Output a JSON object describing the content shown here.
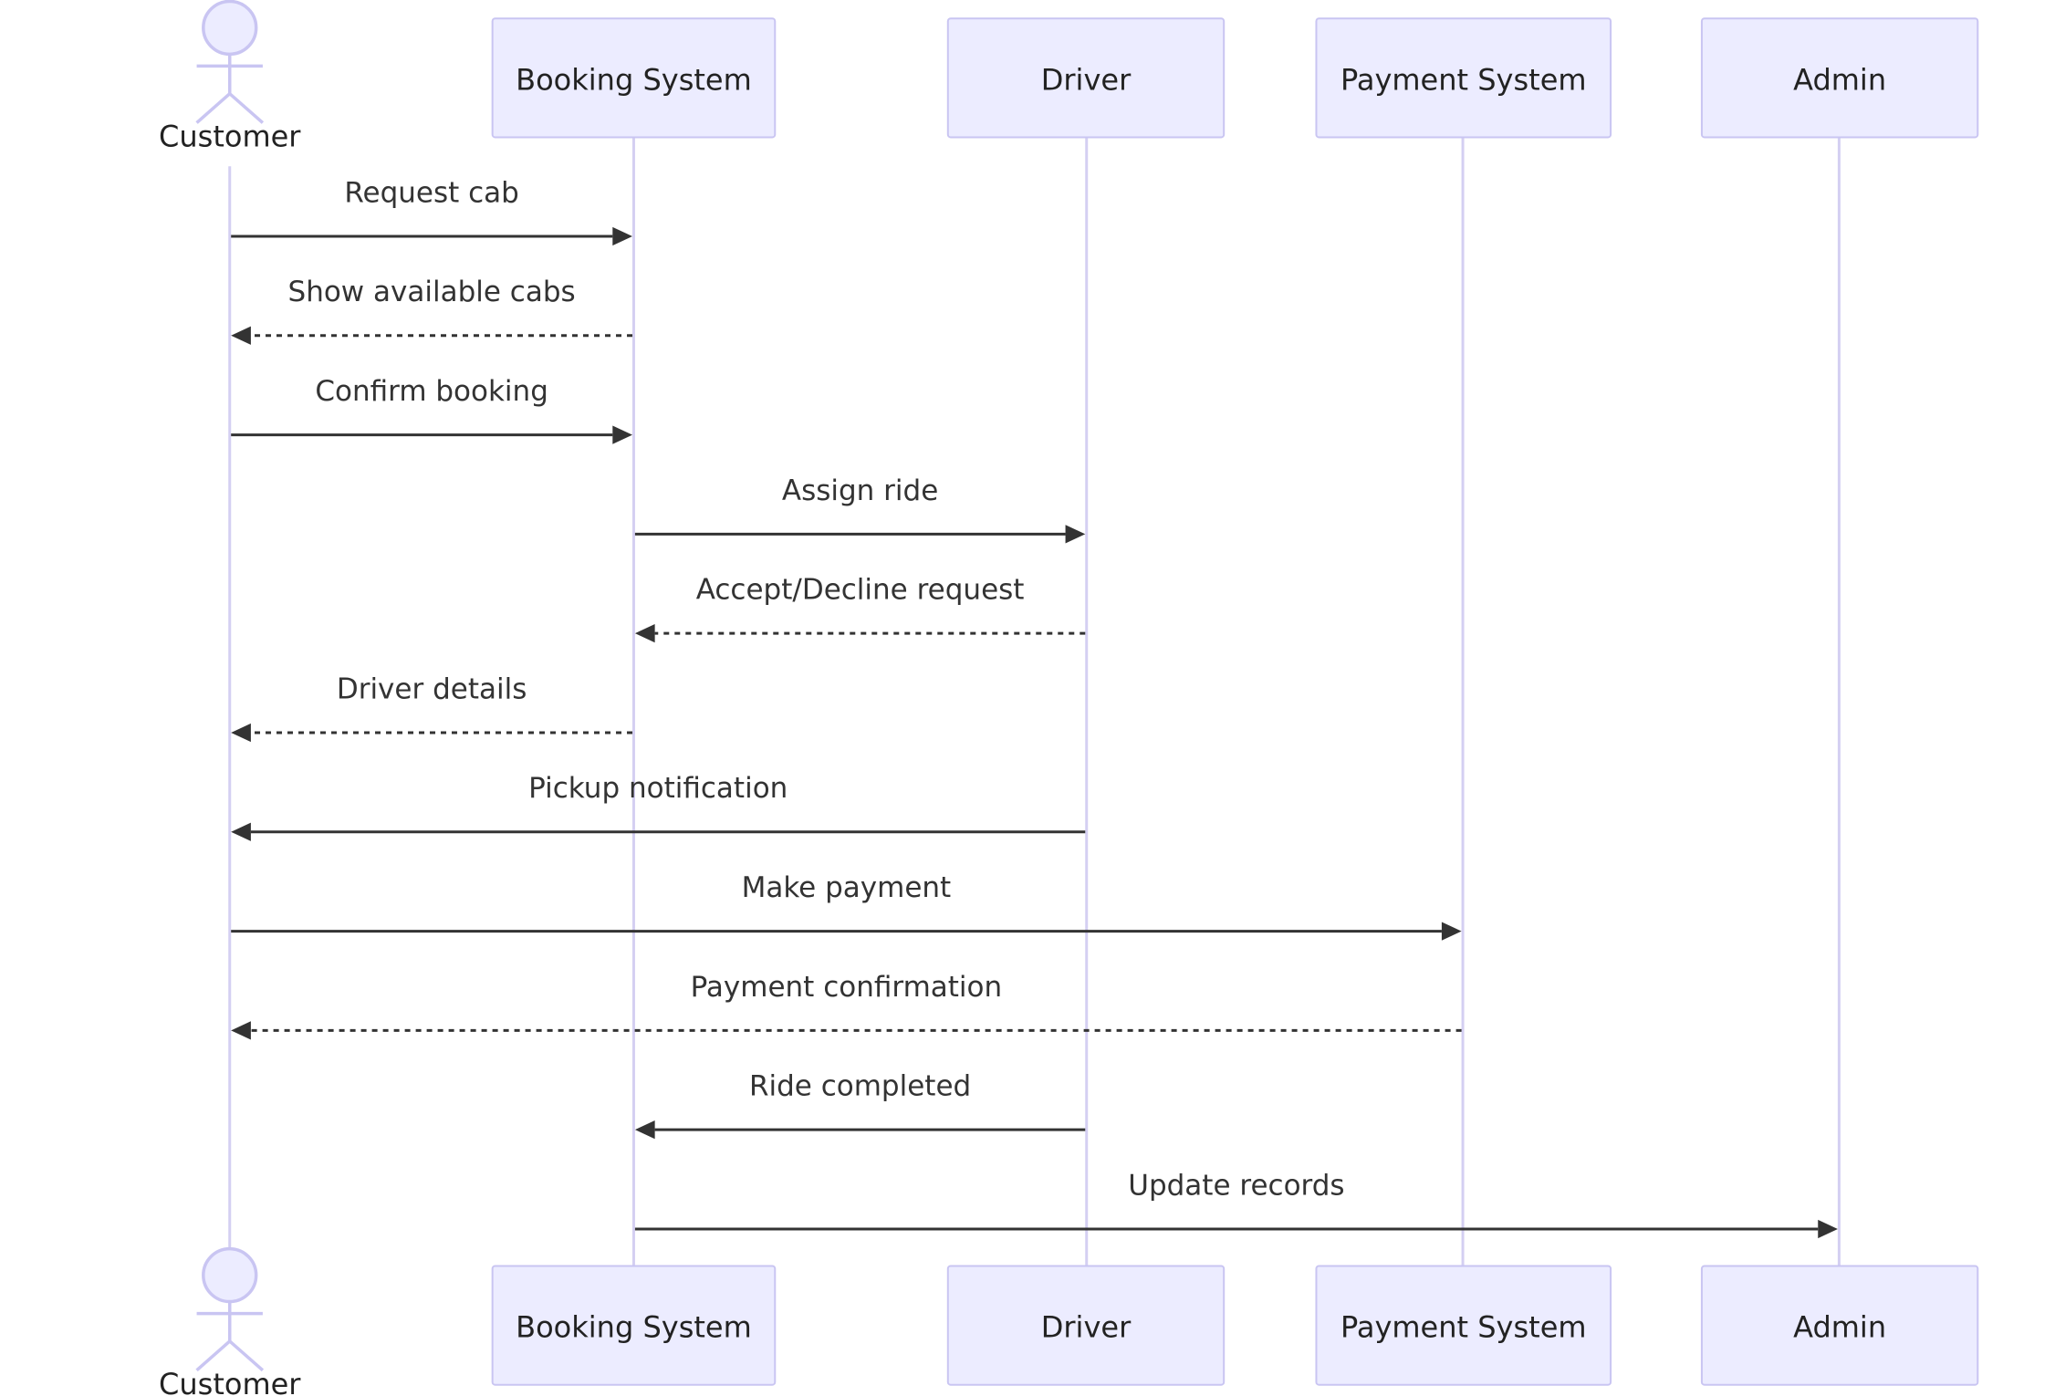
{
  "diagram": {
    "type": "sequence",
    "participants": [
      {
        "id": "customer",
        "label": "Customer",
        "kind": "actor"
      },
      {
        "id": "booking",
        "label": "Booking System",
        "kind": "box"
      },
      {
        "id": "driver",
        "label": "Driver",
        "kind": "box"
      },
      {
        "id": "payment",
        "label": "Payment System",
        "kind": "box"
      },
      {
        "id": "admin",
        "label": "Admin",
        "kind": "box"
      }
    ],
    "messages": [
      {
        "from": "customer",
        "to": "booking",
        "label": "Request cab",
        "style": "solid"
      },
      {
        "from": "booking",
        "to": "customer",
        "label": "Show available cabs",
        "style": "dashed"
      },
      {
        "from": "customer",
        "to": "booking",
        "label": "Confirm booking",
        "style": "solid"
      },
      {
        "from": "booking",
        "to": "driver",
        "label": "Assign ride",
        "style": "solid"
      },
      {
        "from": "driver",
        "to": "booking",
        "label": "Accept/Decline request",
        "style": "dashed"
      },
      {
        "from": "booking",
        "to": "customer",
        "label": "Driver details",
        "style": "dashed"
      },
      {
        "from": "driver",
        "to": "customer",
        "label": "Pickup notification",
        "style": "solid"
      },
      {
        "from": "customer",
        "to": "payment",
        "label": "Make payment",
        "style": "solid"
      },
      {
        "from": "payment",
        "to": "customer",
        "label": "Payment confirmation",
        "style": "dashed"
      },
      {
        "from": "driver",
        "to": "booking",
        "label": "Ride completed",
        "style": "solid"
      },
      {
        "from": "booking",
        "to": "admin",
        "label": "Update records",
        "style": "solid"
      }
    ],
    "colors": {
      "box_fill": "#ECECFF",
      "box_stroke": "#C9C5F2",
      "lifeline": "#D4CFF2",
      "arrow": "#333333"
    }
  }
}
